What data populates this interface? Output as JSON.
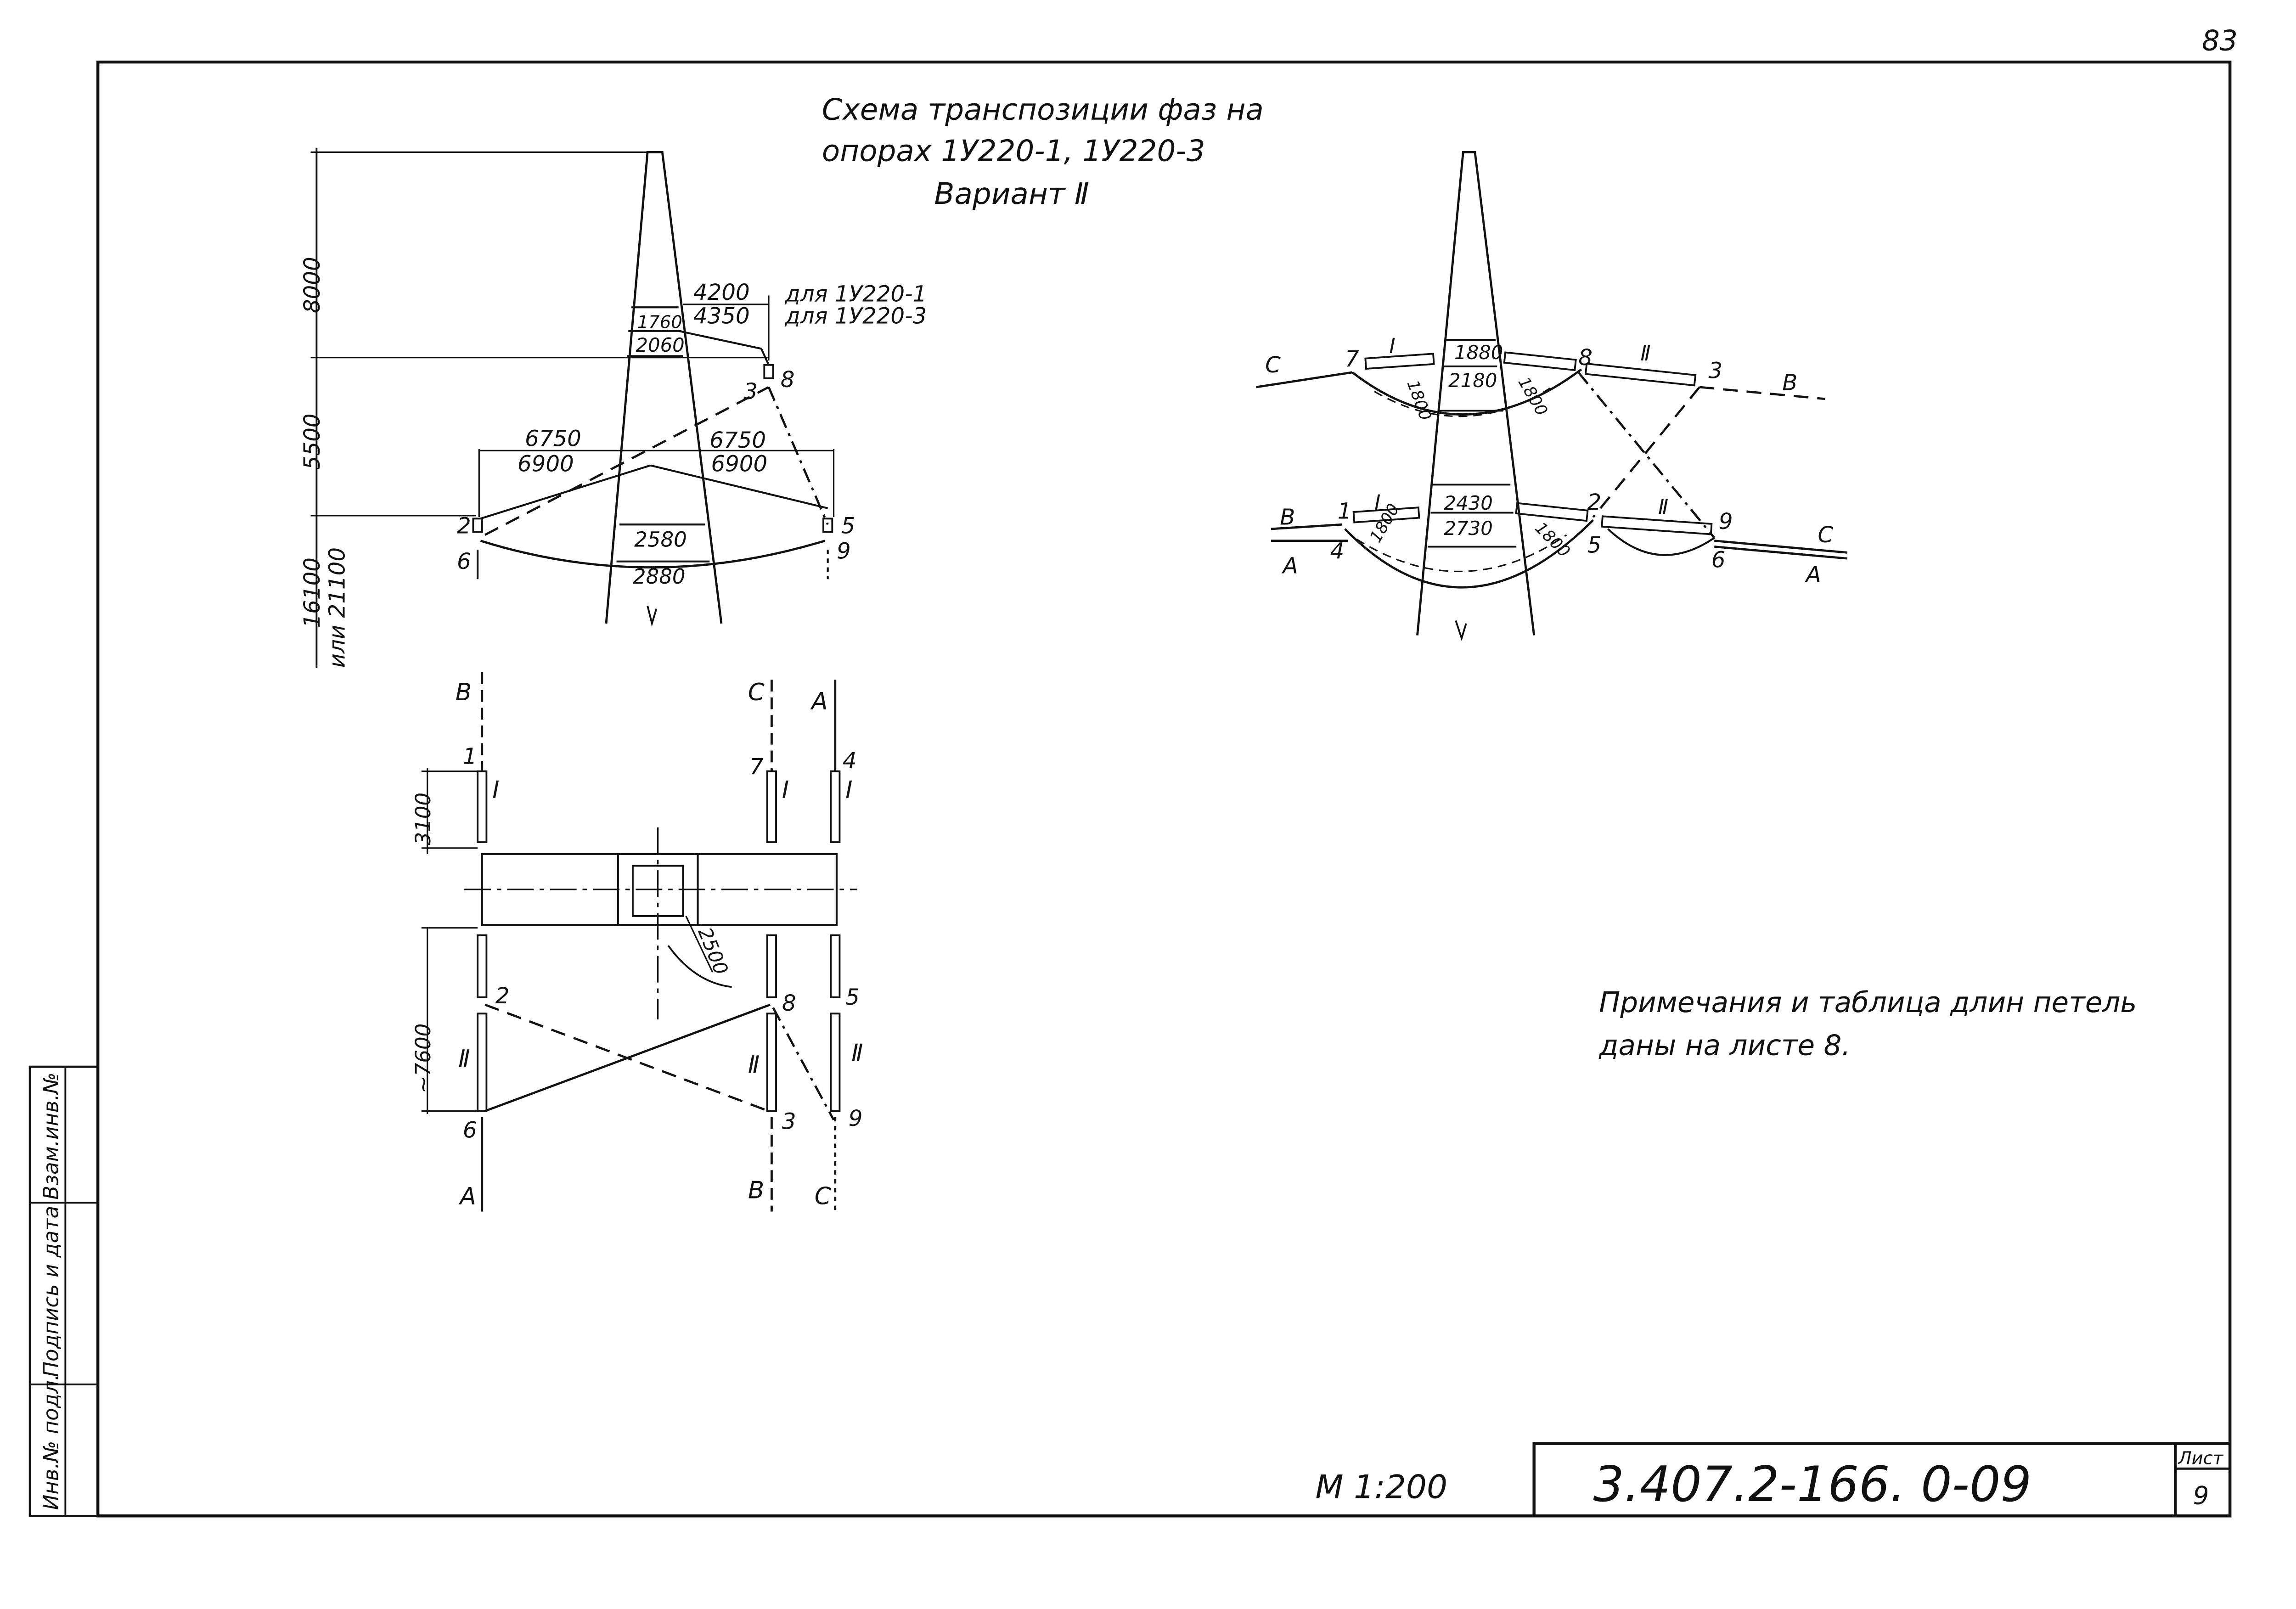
{
  "page_number": "83",
  "title": {
    "line1": "Схема транспозиции фаз на",
    "line2": "опорах 1У220-1, 1У220-3",
    "line3": "Вариант Ⅱ"
  },
  "left_tower": {
    "heights": [
      "8000",
      "5500",
      "16100",
      "или 21100"
    ],
    "arm_top_upper": "4200",
    "arm_top_lower": "4350",
    "arm_top_note_1": "для 1У220-1",
    "arm_top_note_2": "для 1У220-3",
    "widths_top": [
      "1760",
      "2060"
    ],
    "arm_left_upper": "6750",
    "arm_left_lower": "6900",
    "arm_right_upper": "6750",
    "arm_right_lower": "6900",
    "widths_bottom": [
      "2580",
      "2880"
    ],
    "points": [
      "2",
      "6",
      "3",
      "8",
      "5",
      "9"
    ]
  },
  "right_tower": {
    "upper_widths": [
      "1880",
      "2180"
    ],
    "lower_widths": [
      "2430",
      "2730"
    ],
    "loop_dim": "1800",
    "roman_i": "Ⅰ",
    "roman_ii": "Ⅱ",
    "upper_points": [
      "7",
      "8",
      "3"
    ],
    "upper_phases": [
      "C",
      "B"
    ],
    "lower_points": [
      "1",
      "4",
      "2",
      "5",
      "9",
      "6"
    ],
    "lower_phases_left": [
      "B",
      "A"
    ],
    "lower_phases_right": [
      "C",
      "A"
    ]
  },
  "plan": {
    "phases_top": [
      "B",
      "C",
      "A"
    ],
    "phases_bottom": [
      "A",
      "B",
      "C"
    ],
    "points_top": [
      "1",
      "7",
      "4"
    ],
    "points_bottom": [
      "2",
      "8",
      "5",
      "6",
      "3",
      "9"
    ],
    "roman_i": "Ⅰ",
    "roman_ii": "Ⅱ",
    "dim_top": "3100",
    "dim_bottom": "~7600",
    "dim_radius": "2500"
  },
  "note": {
    "line1": "Примечания и таблица длин петель",
    "line2": "даны   на листе 8."
  },
  "title_block": {
    "scale": "М 1:200",
    "doc_number": "3.407.2-166. 0-09",
    "sheet_label": "Лист",
    "sheet_number": "9"
  },
  "side_stamp": [
    "Взам.инв.№",
    "Подпись и дата",
    "Инв.№ подл."
  ]
}
